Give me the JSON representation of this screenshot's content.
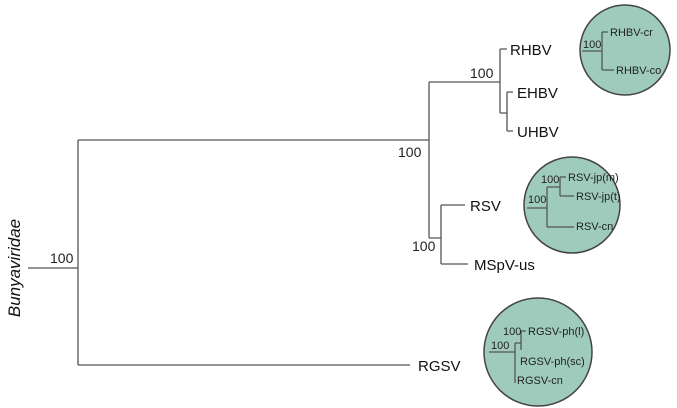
{
  "family": "Bunyaviridae",
  "colors": {
    "inset_fill": "#9fcbbd",
    "branch": "#555555"
  },
  "bootstrap": {
    "root": "100",
    "upper": "100",
    "tenui": "100",
    "rsv_mspv": "100"
  },
  "taxa": {
    "rhbv": "RHBV",
    "ehbv": "EHBV",
    "uhbv": "UHBV",
    "rsv": "RSV",
    "mspv": "MSpV-us",
    "rgsv": "RGSV"
  },
  "insets": {
    "rhbv": {
      "bootstrap": "100",
      "taxa": [
        "RHBV-cr",
        "RHBV-co"
      ]
    },
    "rsv": {
      "bootstrap": [
        "100",
        "100"
      ],
      "taxa": [
        "RSV-jp(m)",
        "RSV-jp(t)",
        "RSV-cn"
      ]
    },
    "rgsv": {
      "bootstrap": [
        "100",
        "100"
      ],
      "taxa": [
        "RGSV-ph(l)",
        "RGSV-ph(sc)",
        "RGSV-cn"
      ]
    }
  }
}
